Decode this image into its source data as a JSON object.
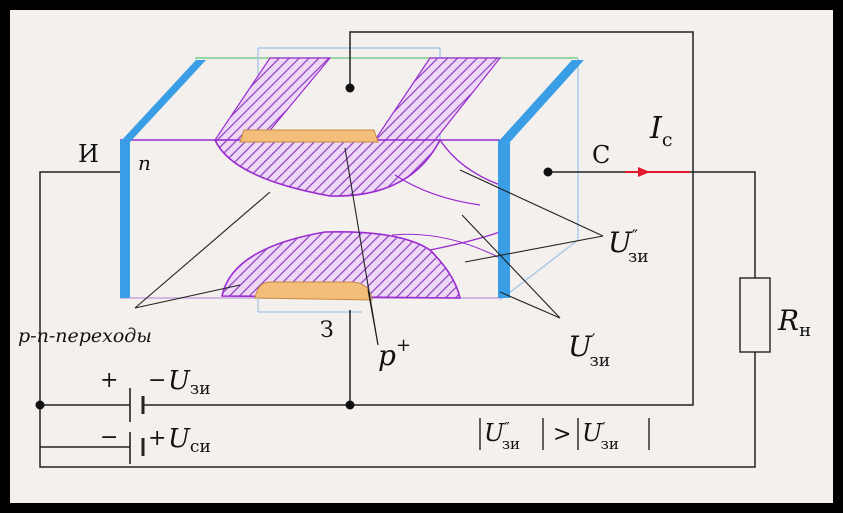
{
  "labels": {
    "source": "И",
    "n_region": "n",
    "drain": "С",
    "gate": "З",
    "p_plus": {
      "base": "p",
      "sup": "+"
    },
    "pn_junctions": "p-n-переходы",
    "current": {
      "base": "I",
      "sub": "с"
    },
    "load": {
      "base": "R",
      "sub": "н"
    },
    "u_gate_double_prime": {
      "base": "U",
      "prime": "″",
      "sub": "зи"
    },
    "u_gate_prime": {
      "base": "U",
      "prime": "′",
      "sub": "зи"
    },
    "battery_gate": {
      "plus": "+",
      "minus": "−",
      "base": "U",
      "sub": "зи"
    },
    "battery_drain": {
      "plus": "+",
      "minus": "−",
      "base": "U",
      "sub": "си"
    },
    "inequality": {
      "left_base": "U",
      "left_prime": "″",
      "left_sub": "зи",
      "op": ">",
      "right_base": "U",
      "right_prime": "′",
      "right_sub": "зи"
    }
  },
  "colors": {
    "frame": "#000000",
    "background": "#f4f0ee",
    "electrode": "#3a9ee6",
    "junction": "#9a2cd0",
    "hatch": "#8a3fc0",
    "contact": "#f2be7a",
    "wire": "#222222",
    "current_arrow": "#e0182a"
  }
}
